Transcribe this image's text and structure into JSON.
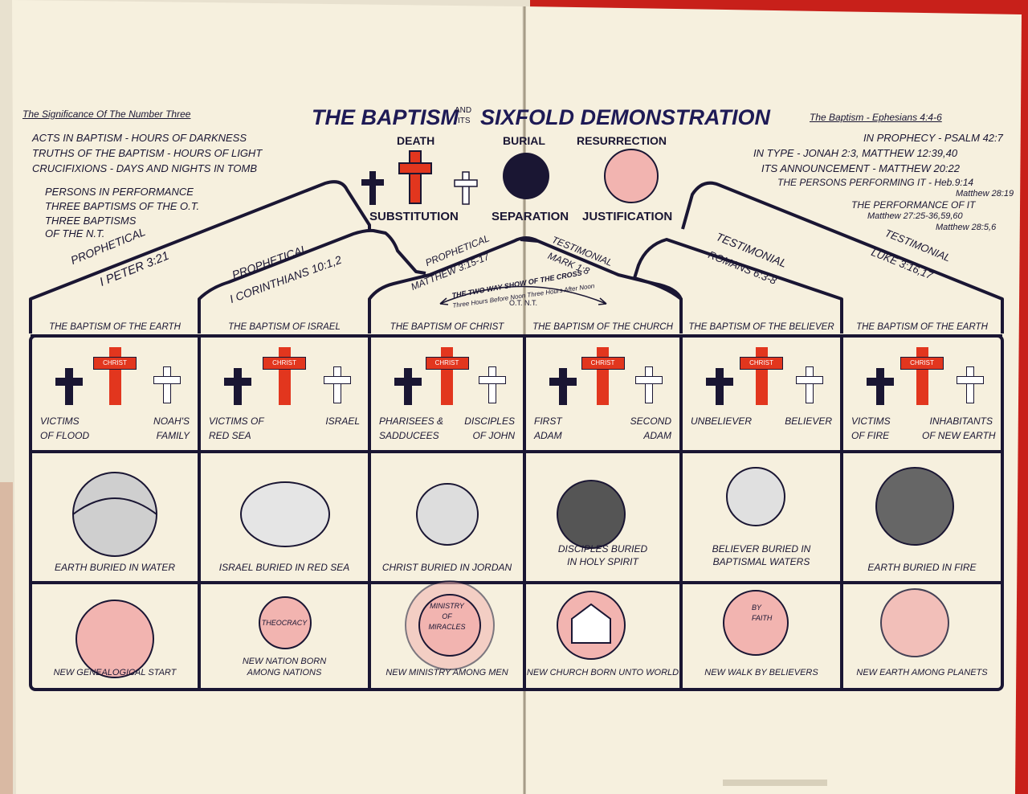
{
  "colors": {
    "page": "#f6f0de",
    "ink": "#1a1633",
    "red": "#e2361e",
    "pink": "#f2b4b0",
    "binding": "#c8201a"
  },
  "title": {
    "main_left": "THE BAPTISM",
    "and": "AND",
    "its": "ITS",
    "main_right": "SIXFOLD DEMONSTRATION"
  },
  "left_note": {
    "heading": "The Significance Of The Number Three",
    "lines": [
      "ACTS IN BAPTISM - HOURS OF DARKNESS",
      "TRUTHS OF THE BAPTISM - HOURS OF LIGHT",
      "CRUCIFIXIONS - DAYS AND NIGHTS IN TOMB"
    ],
    "lines2": [
      "PERSONS IN PERFORMANCE",
      "THREE BAPTISMS OF THE O.T.",
      "THREE BAPTISMS",
      "OF THE N.T."
    ]
  },
  "right_note": {
    "heading": "The Baptism - Ephesians 4:4-6",
    "lines": [
      "IN PROPHECY - PSALM 42:7",
      "IN TYPE - JONAH 2:3, MATTHEW 12:39,40",
      "ITS ANNOUNCEMENT - MATTHEW 20:22",
      "THE PERSONS PERFORMING IT - Heb.9:14",
      "Matthew 28:19",
      "THE PERFORMANCE OF IT",
      "Matthew 27:25-36,59,60",
      "Matthew 28:5,6"
    ]
  },
  "center": {
    "death": "DEATH",
    "burial": "BURIAL",
    "resurrection": "RESURRECTION",
    "substitution": "SUBSTITUTION",
    "separation": "SEPARATION",
    "justification": "JUSTIFICATION"
  },
  "arches": {
    "a1_type": "PROPHETICAL",
    "a1_ref": "I PETER 3:21",
    "a2_type": "PROPHETICAL",
    "a2_ref": "I CORINTHIANS 10:1,2",
    "a3_type": "PROPHETICAL",
    "a3_ref": "MATTHEW 3:15-17",
    "a4_type": "TESTIMONIAL",
    "a4_ref": "MARK 1:8",
    "a5_type": "TESTIMONIAL",
    "a5_ref": "ROMANS 6:3-8",
    "a6_type": "TESTIMONIAL",
    "a6_ref": "LUKE 3:16,17",
    "cross_show": "THE TWO WAY SHOW OF THE CROSS",
    "hours": "Three Hours Before Noon Three Hours After Noon",
    "ot_nt": "O.T.   N.T."
  },
  "christ_label": "CHRIST",
  "columns": [
    {
      "header": "THE BAPTISM OF THE EARTH",
      "left": [
        "VICTIMS",
        "OF FLOOD"
      ],
      "right": [
        "NOAH'S",
        "FAMILY"
      ],
      "buried": [
        "EARTH BURIED IN WATER"
      ],
      "born": [
        "NEW GENEALOGICAL START"
      ]
    },
    {
      "header": "THE BAPTISM OF ISRAEL",
      "left": [
        "VICTIMS OF",
        "RED SEA"
      ],
      "right": [
        "ISRAEL"
      ],
      "buried": [
        "ISRAEL BURIED IN RED SEA"
      ],
      "born": [
        "NEW NATION BORN",
        "AMONG NATIONS"
      ],
      "emblem": "THEOCRACY"
    },
    {
      "header": "THE BAPTISM OF CHRIST",
      "left": [
        "PHARISEES &",
        "SADDUCEES"
      ],
      "right": [
        "DISCIPLES",
        "OF JOHN"
      ],
      "buried": [
        "CHRIST BURIED IN JORDAN"
      ],
      "born": [
        "NEW MINISTRY AMONG MEN"
      ],
      "emblem": [
        "MINISTRY",
        "OF",
        "MIRACLES"
      ]
    },
    {
      "header": "THE BAPTISM OF THE CHURCH",
      "left": [
        "FIRST",
        "ADAM"
      ],
      "right": [
        "SECOND",
        "ADAM"
      ],
      "buried": [
        "DISCIPLES BURIED",
        "IN HOLY SPIRIT"
      ],
      "born": [
        "NEW CHURCH BORN UNTO WORLD"
      ]
    },
    {
      "header": "THE BAPTISM OF THE BELIEVER",
      "left": [
        "UNBELIEVER"
      ],
      "right": [
        "BELIEVER"
      ],
      "buried": [
        "BELIEVER BURIED IN",
        "BAPTISMAL WATERS"
      ],
      "born": [
        "NEW WALK BY BELIEVERS"
      ],
      "emblem": [
        "BY",
        "FAITH"
      ]
    },
    {
      "header": "THE BAPTISM OF THE EARTH",
      "left": [
        "VICTIMS",
        "OF FIRE"
      ],
      "right": [
        "INHABITANTS",
        "OF NEW EARTH"
      ],
      "buried": [
        "EARTH BURIED IN FIRE"
      ],
      "born": [
        "NEW EARTH AMONG PLANETS"
      ]
    }
  ]
}
